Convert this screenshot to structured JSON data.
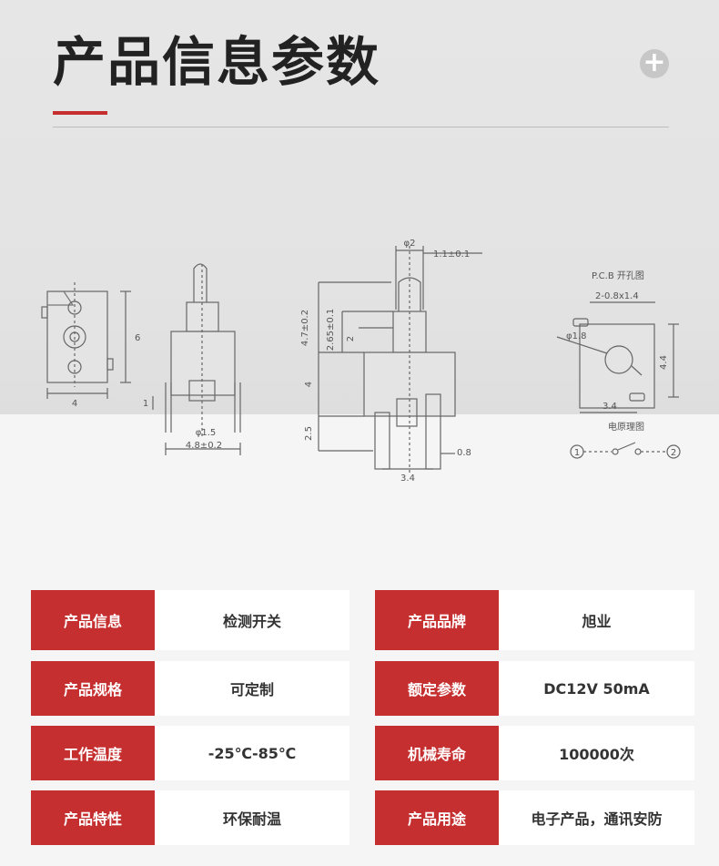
{
  "header": {
    "title": "产品信息参数",
    "plus_icon": "plus-circle-icon"
  },
  "colors": {
    "accent": "#c62f2f",
    "label_text": "#ffffff",
    "value_text": "#333333"
  },
  "drawing": {
    "view1": {
      "width_label": "4",
      "height_label": "6"
    },
    "view2": {
      "pin_gap": "1",
      "pin_dia": "φ1.5",
      "width_label": "4.8±0.2"
    },
    "view3": {
      "top_dia": "φ2",
      "top_tol": "1.1±0.1",
      "height_total": "4.7±0.2",
      "height_stem": "2.65±0.1",
      "stem_mid": "2",
      "body_height": "4",
      "pin_length": "2.5",
      "pin_width": "0.8",
      "pin_pitch": "3.4"
    },
    "view4": {
      "title": "P.C.B 开孔图",
      "slot": "2-0.8x1.4",
      "hole_dia": "φ1.8",
      "height_label": "4.4",
      "pitch_label": "3.4",
      "schematic_title": "电原理图",
      "terminal_1": "1",
      "terminal_2": "2"
    }
  },
  "specs": [
    {
      "label": "产品信息",
      "value": "检测开关"
    },
    {
      "label": "产品品牌",
      "value": "旭业"
    },
    {
      "label": "产品规格",
      "value": "可定制"
    },
    {
      "label": "额定参数",
      "value": "DC12V 50mA"
    },
    {
      "label": "工作温度",
      "value": "-25℃-85℃"
    },
    {
      "label": "机械寿命",
      "value": "100000次"
    },
    {
      "label": "产品特性",
      "value": "环保耐温"
    },
    {
      "label": "产品用途",
      "value": "电子产品，通讯安防"
    }
  ]
}
